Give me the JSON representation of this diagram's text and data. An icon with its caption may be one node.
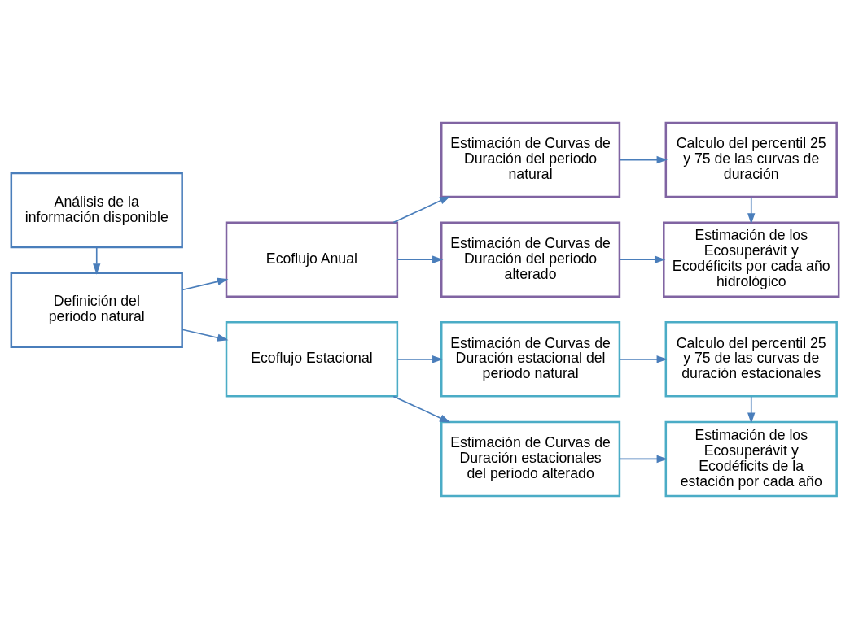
{
  "diagram": {
    "nodes": [
      {
        "text": [
          "Análisis de la información disponible"
        ]
      },
      {
        "text": [
          "Definición del periodo natural"
        ]
      },
      {
        "text": [
          "Ecoflujo Anual"
        ]
      },
      {
        "text": [
          "Estimación de Curvas de Duración del periodo natural"
        ]
      },
      {
        "text": [
          "Calculo del percentil 25 y 75 de las curvas de duración"
        ]
      },
      {
        "text": [
          "Estimación de Curvas de Duración del periodo alterado"
        ]
      },
      {
        "text": [
          "Estimación de los Ecosuperávit y Ecodéficits por cada año hidrológico"
        ]
      },
      {
        "text": [
          "Ecoflujo Estacional"
        ]
      },
      {
        "text": [
          "Estimación de Curvas de Duración estacional del periodo natural"
        ]
      },
      {
        "text": [
          "Calculo del percentil 25 y 75 de las curvas de duración estacionales"
        ]
      },
      {
        "text": [
          "Estimación de Curvas de Duración estacionales del periodo alterado"
        ]
      },
      {
        "text": [
          "Estimación de los Ecosuperávit y Ecodéficits de la estación por cada año"
        ]
      }
    ],
    "edges": [
      {
        "from": 0,
        "to": 1,
        "arrow": "to"
      },
      {
        "from": 1,
        "to": 2,
        "arrow": "to"
      },
      {
        "from": 1,
        "to": 7,
        "arrow": "to"
      },
      {
        "from": 2,
        "to": 3,
        "arrow": "to"
      },
      {
        "from": 2,
        "to": 5,
        "arrow": "to"
      },
      {
        "from": 3,
        "to": 4,
        "arrow": "to"
      },
      {
        "from": 4,
        "to": 6,
        "arrow": "to"
      },
      {
        "from": 5,
        "to": 6,
        "arrow": "to"
      },
      {
        "from": 7,
        "to": 8,
        "arrow": "to"
      },
      {
        "from": 7,
        "to": 10,
        "arrow": "to"
      },
      {
        "from": 8,
        "to": 9,
        "arrow": "to"
      },
      {
        "from": 9,
        "to": 11,
        "arrow": "to"
      },
      {
        "from": 10,
        "to": 11,
        "arrow": "to"
      }
    ]
  }
}
